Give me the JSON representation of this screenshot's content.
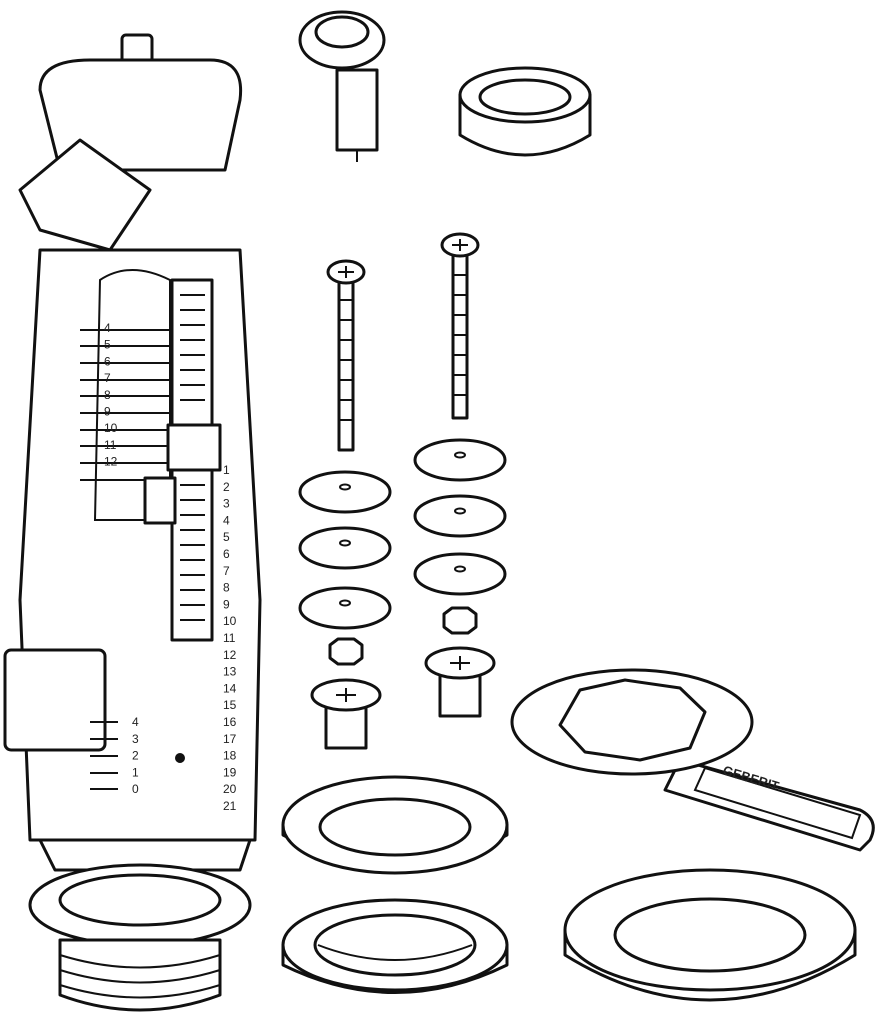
{
  "diagram": {
    "title": "Flush valve exploded parts view",
    "brand_logo_text": "GEBERIT",
    "colors": {
      "line": "#111111",
      "background": "#ffffff"
    },
    "float_scale_labels": [
      "4",
      "5",
      "6",
      "7",
      "8",
      "9",
      "10",
      "11",
      "12"
    ],
    "height_scale_labels": [
      "1",
      "2",
      "3",
      "4",
      "5",
      "6",
      "7",
      "8",
      "9",
      "10",
      "11",
      "12",
      "13",
      "14",
      "15",
      "16",
      "17",
      "18",
      "19",
      "20",
      "21"
    ],
    "small_flush_scale_labels": [
      "4",
      "3",
      "2",
      "1",
      "0"
    ]
  }
}
